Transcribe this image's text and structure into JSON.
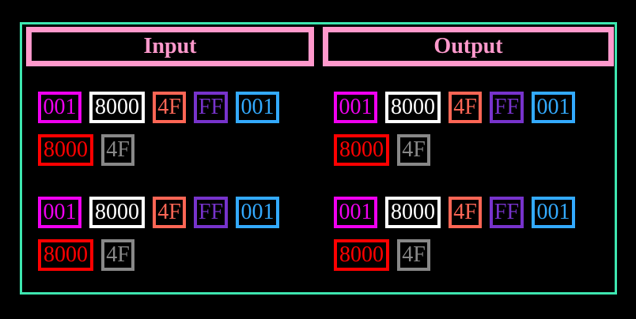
{
  "headers": {
    "input": "Input",
    "output": "Output"
  },
  "colors": {
    "border": "#3de6b0",
    "header": "#ff99cc",
    "magenta": "#f000f0",
    "white": "#ffffff",
    "salmon": "#ff6655",
    "purple": "#7733cc",
    "blue": "#33aaff",
    "red": "#ff0000",
    "gray": "#888888"
  },
  "input": {
    "groups": [
      {
        "row1": [
          "001",
          "8000",
          "4F",
          "FF",
          "001"
        ],
        "row2": [
          "8000",
          "4F"
        ]
      },
      {
        "row1": [
          "001",
          "8000",
          "4F",
          "FF",
          "001"
        ],
        "row2": [
          "8000",
          "4F"
        ]
      }
    ]
  },
  "output": {
    "groups": [
      {
        "row1": [
          "001",
          "8000",
          "4F",
          "FF",
          "001"
        ],
        "row2": [
          "8000",
          "4F"
        ]
      },
      {
        "row1": [
          "001",
          "8000",
          "4F",
          "FF",
          "001"
        ],
        "row2": [
          "8000",
          "4F"
        ]
      }
    ]
  }
}
